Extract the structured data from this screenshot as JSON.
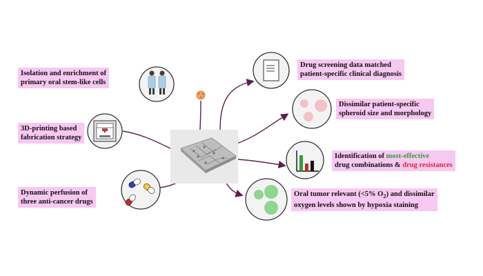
{
  "inputs": {
    "isolation": {
      "lines": [
        "Isolation and enrichment of",
        "primary oral stem-like cells"
      ],
      "icon": "patients-icon"
    },
    "printing": {
      "lines": [
        "3D-printing based",
        "fabrication strategy"
      ],
      "icon": "3d-printer-icon"
    },
    "perfusion": {
      "lines": [
        "Dynamic perfusion of",
        "three anti-cancer drugs"
      ],
      "icon": "pill-capsules-icon"
    }
  },
  "center": {
    "icon": "microfluidic-chip-icon"
  },
  "outputs": {
    "screening": {
      "lines": [
        "Drug screening data matched",
        "patient-specific clinical diagnosis"
      ],
      "icon": "report-document-icon"
    },
    "spheroid": {
      "lines": [
        "Dissimilar patient-specific",
        "spheroid size and morphology"
      ],
      "icon": "spheroids-icon"
    },
    "identification": {
      "line1_prefix": "Identification of ",
      "line1_highlight": "most-effective",
      "line2_prefix": "drug combinations & ",
      "line2_highlight": "drug resistances",
      "icon": "bar-chart-icon"
    },
    "oxygen": {
      "line1_prefix": "Oral tumor relevant (<5% O",
      "line1_sub": "2",
      "line1_suffix": ") and dissimilar",
      "line2": "oxygen levels shown by hypoxia staining",
      "icon": "hypoxia-staining-icon"
    }
  },
  "colors": {
    "label_bg": "#f7c8f1",
    "arrow": "#5a1f4f",
    "highlight_green": "#2e9e3a",
    "highlight_red": "#e2233a",
    "spheroid_pink": "#f4c1c8",
    "hypoxia_green": "#8fd68f"
  }
}
